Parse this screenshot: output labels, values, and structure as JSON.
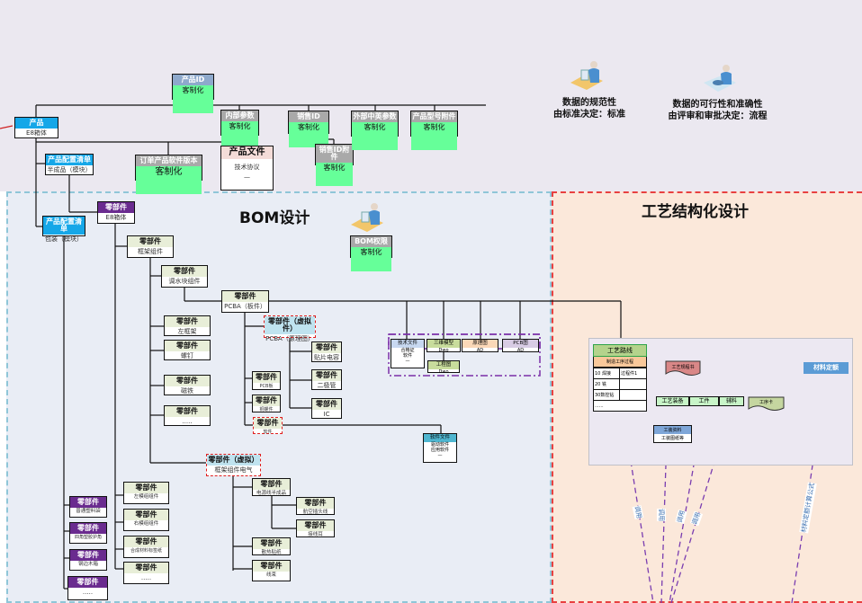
{
  "zones": {
    "bom_title": "BOM设计",
    "process_title": "工艺结构化设计"
  },
  "notes": {
    "standard": [
      "数据的规范性",
      "由标准决定：标准"
    ],
    "process": [
      "数据的可行性和准确性",
      "由评审和审批决定：流程"
    ]
  },
  "top": {
    "product_id": {
      "header": "产品ID",
      "body": "客制化"
    },
    "internal_params": {
      "header": "内部参数",
      "body": "客制化"
    },
    "sales_id": {
      "header": "销售ID",
      "body": "客制化"
    },
    "sales_id_attach": {
      "header": "销售ID附件",
      "body": "客制化"
    },
    "external_params": {
      "header": "外部中英参数",
      "body": "客制化"
    },
    "model_attach": {
      "header": "产品型号附件",
      "body": "客制化"
    },
    "product": {
      "header": "产品",
      "body": "E8箱体"
    },
    "config_semi": {
      "header": "产品配置清单",
      "body": "半成品（模块）"
    },
    "order_sw": {
      "header": "订单产品软件版本",
      "body": "客制化"
    },
    "product_doc": {
      "header": "产品文件",
      "body": "技术协议",
      "more": "—"
    },
    "config_pack": {
      "header": "产品配置清单",
      "body": "包装（模块）"
    },
    "bom_perm": {
      "header": "BOM权限",
      "body": "客制化"
    }
  },
  "parts": {
    "e8": {
      "header": "零部件",
      "body": "E8箱体"
    },
    "frame": {
      "header": "零部件",
      "body": "框架组件"
    },
    "waterproof": {
      "header": "零部件",
      "body": "调水块组件"
    },
    "pcba": {
      "header": "零部件",
      "body": "PCBA（板件）"
    },
    "pcba_virtual": {
      "header": "零部件（虚拟件）",
      "body": "PCBA（原理图）"
    },
    "left_frame": {
      "header": "零部件",
      "body": "左框架"
    },
    "screw": {
      "header": "零部件",
      "body": "螺钉"
    },
    "magnet": {
      "header": "零部件",
      "body": "磁铁"
    },
    "frame_more": {
      "header": "零部件",
      "body": "....."
    },
    "chip_cap": {
      "header": "零部件",
      "body": "贴片电容"
    },
    "diode": {
      "header": "零部件",
      "body": "二极管"
    },
    "ic": {
      "header": "零部件",
      "body": "IC"
    },
    "pcb": {
      "header": "零部件",
      "body": "PCB板"
    },
    "copper": {
      "header": "零部件",
      "body": "铜螺件"
    },
    "software": {
      "header": "零部件",
      "body": "软件"
    },
    "elec_virtual": {
      "header": "零部件（虚拟）",
      "body": "框架组件电气"
    },
    "power_cable": {
      "header": "零部件",
      "body": "电源线半成品"
    },
    "cable_a": {
      "header": "零部件",
      "body": "航空插头线"
    },
    "lug": {
      "header": "零部件",
      "body": "接线耳"
    },
    "heat_pad": {
      "header": "零部件",
      "body": "散热贴纸"
    },
    "harness": {
      "header": "零部件",
      "body": "线束"
    },
    "left_mod": {
      "header": "零部件",
      "body": "左模组组件"
    },
    "right_mod": {
      "header": "零部件",
      "body": "右模组组件"
    },
    "composite": {
      "header": "零部件",
      "body": "合成材料标签纸"
    },
    "mod_more": {
      "header": "零部件",
      "body": "....."
    },
    "bag": {
      "header": "零部件",
      "body": "普通塑料袋"
    },
    "corner": {
      "header": "零部件",
      "body": "四角塑胶护角"
    },
    "crate": {
      "header": "零部件",
      "body": "钢边木箱"
    },
    "pack_more": {
      "header": "零部件",
      "body": "....."
    }
  },
  "docs": {
    "tech_file": {
      "header": "技术文件",
      "body": [
        "合格证",
        "软件",
        "—"
      ]
    },
    "model_3d": {
      "header": "三维模型",
      "body": "Dwo"
    },
    "drawing_2d": {
      "header": "工程图",
      "body": "Dwo"
    },
    "schematic": {
      "header": "原理图",
      "body": "AD"
    },
    "pcb_drawing": {
      "header": "PCB图",
      "body": "AD"
    },
    "sw_file": {
      "header": "软件文件",
      "body": [
        "驱动软件",
        "应用软件",
        "—"
      ]
    }
  },
  "process": {
    "route": {
      "header": "工艺路线",
      "sub": "制造工序过程"
    },
    "ops": [
      {
        "op": "10 焊接",
        "note": "过程件1"
      },
      {
        "op": "20 铣",
        "note": ""
      },
      {
        "op": "30数控钻",
        "note": ""
      },
      {
        "op": "......",
        "note": ""
      }
    ],
    "process_spec": "工艺规程书",
    "material_quota": "材料定额",
    "equipment": "工艺装备",
    "parts_item": "工件",
    "aux_material": "辅料",
    "work_card": "工序卡",
    "tooling": {
      "header": "工装资料",
      "body": "工装图纸等"
    },
    "edge_labels": [
      "调用",
      "调用",
      "调用",
      "调用",
      "材料定额计算公式"
    ]
  }
}
